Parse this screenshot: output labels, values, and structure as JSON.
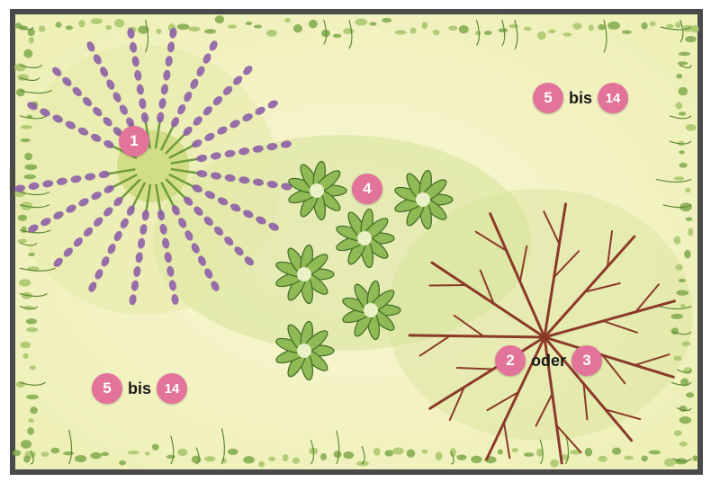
{
  "colors": {
    "border": "#4a4a4a",
    "paper": "#f8f3cf",
    "lavender": "#8d5fa6",
    "leaf": "#6f9c3c",
    "branch": "#8b3a2a",
    "badge": "#e2739a"
  },
  "markers": {
    "lavender_plant": "1",
    "shrub_option_a": "2",
    "shrub_option_b": "3",
    "rosette_group": "4",
    "range_start": "5",
    "range_end": "14"
  },
  "words": {
    "range_joiner": "bis",
    "alternative_joiner": "oder"
  }
}
